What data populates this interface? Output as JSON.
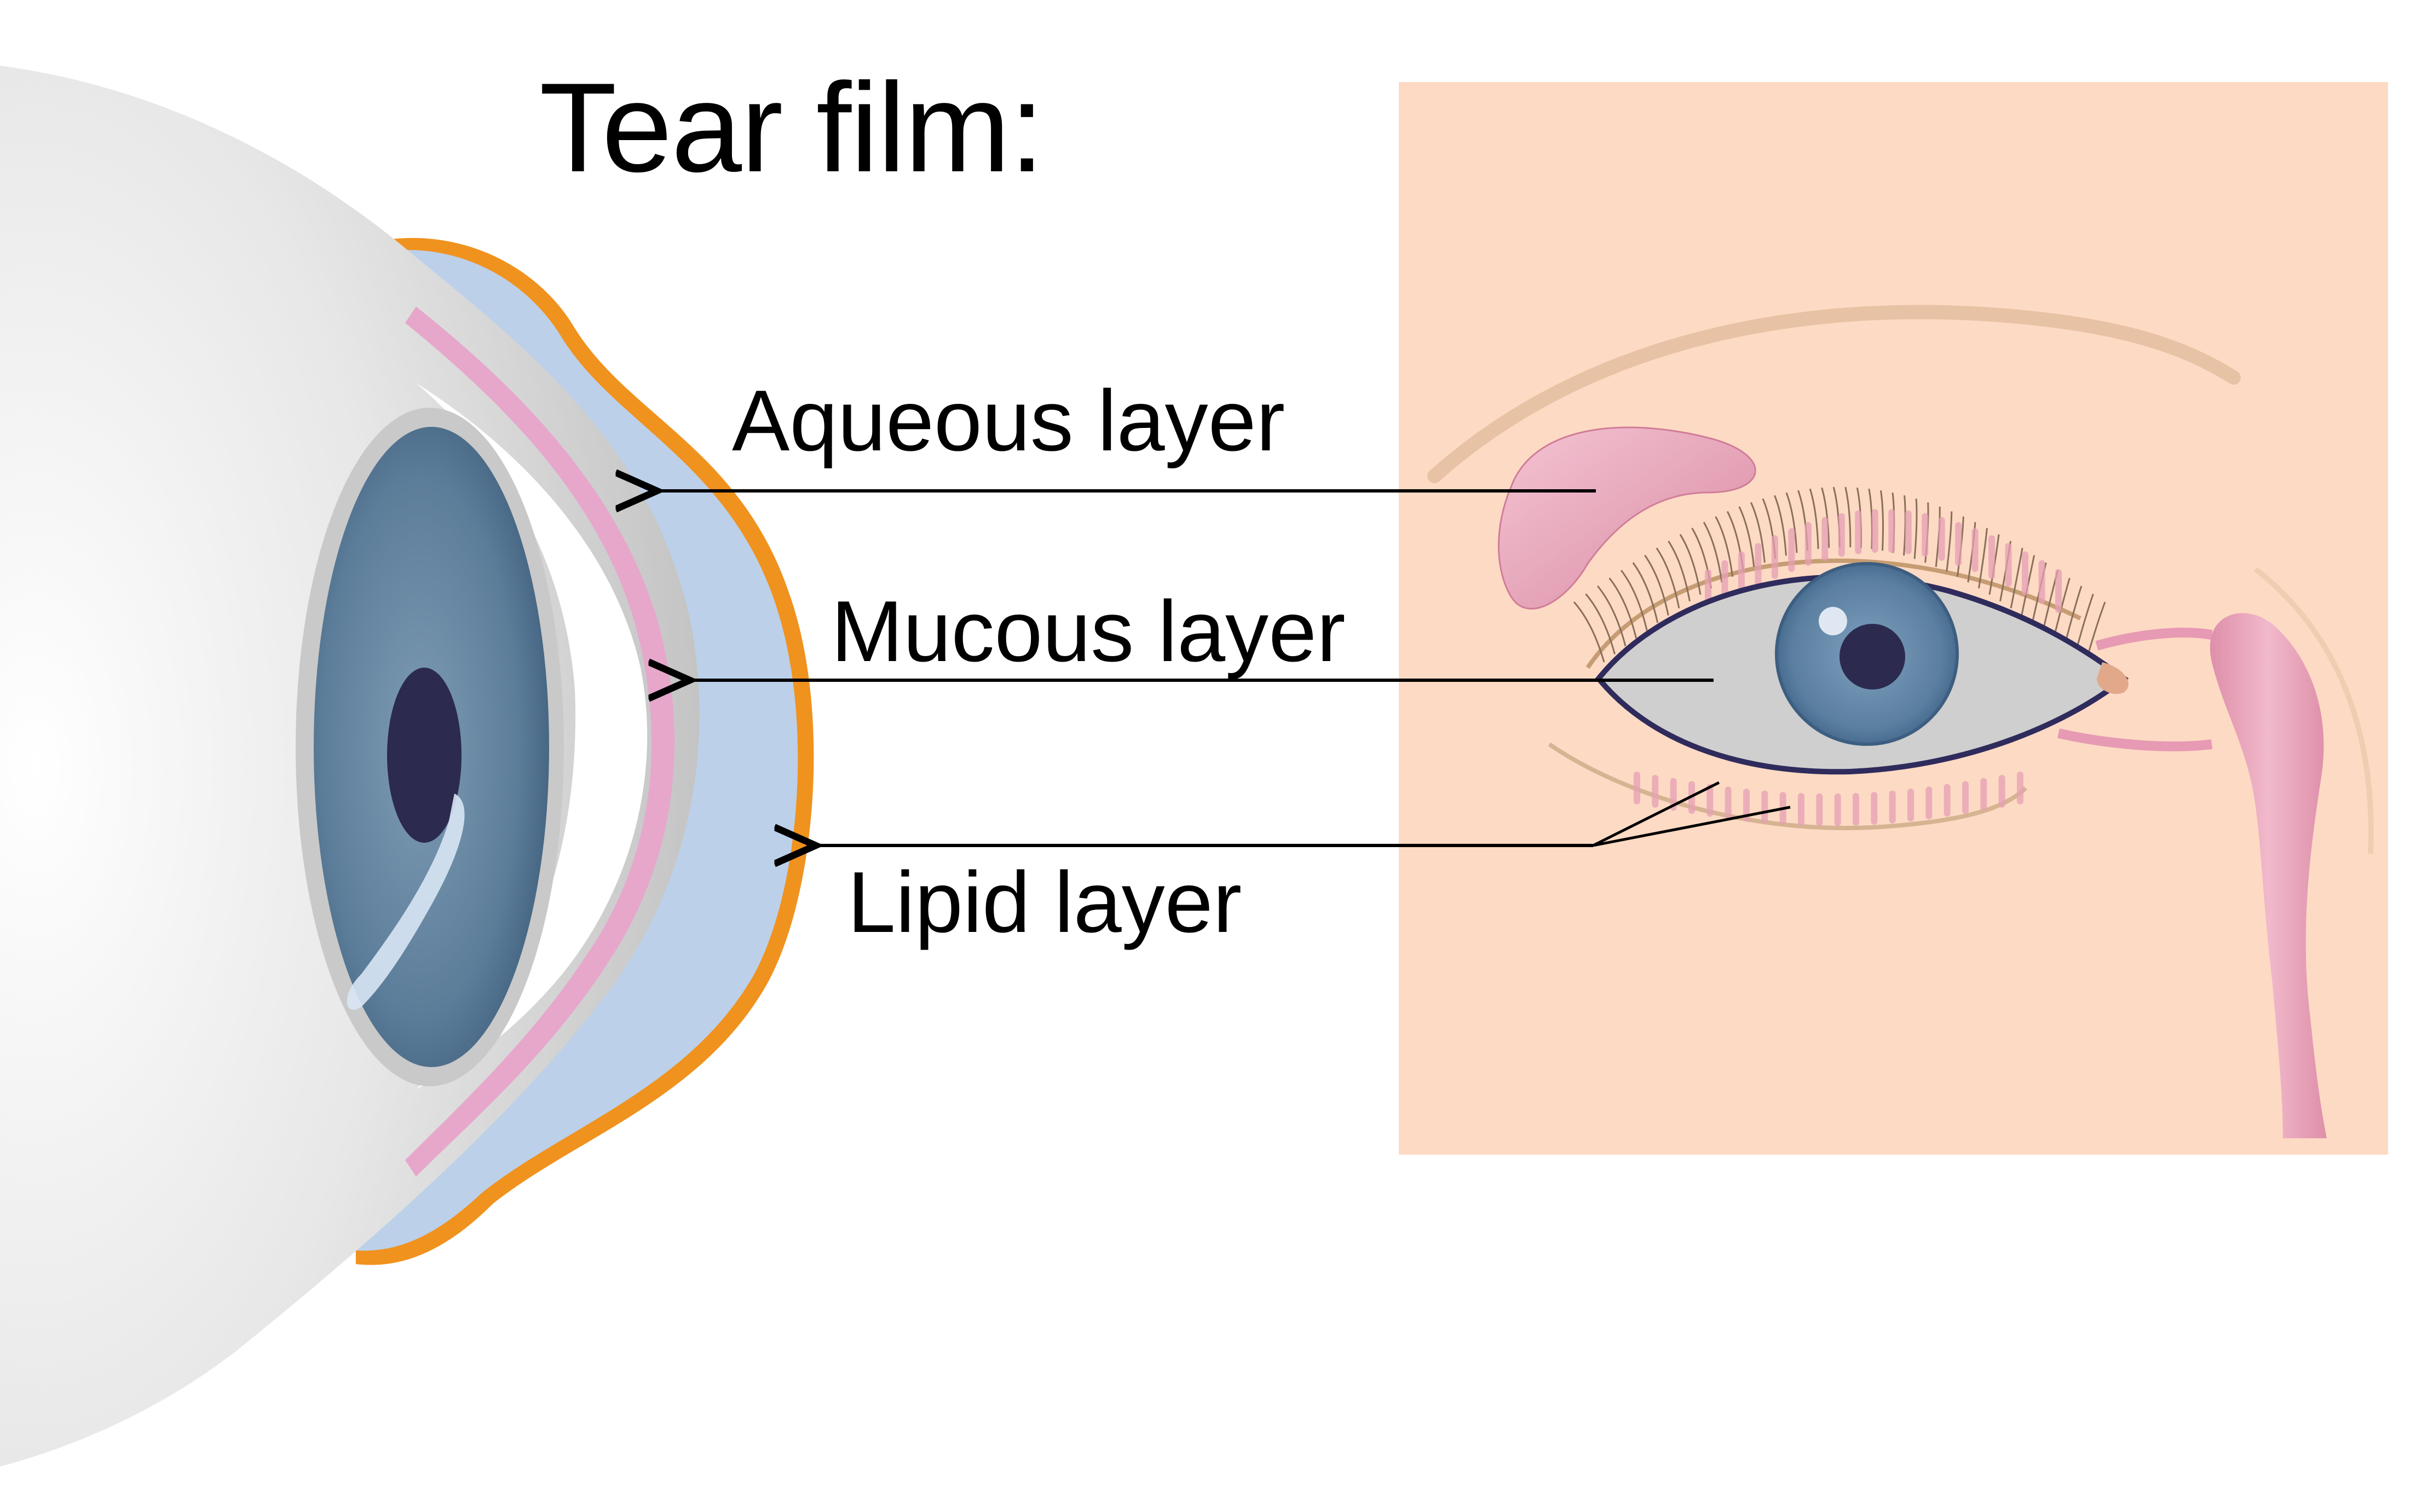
{
  "title": "Tear film:",
  "labels": {
    "aqueous": "Aqueous layer",
    "mucous": "Mucous layer",
    "lipid": "Lipid layer"
  },
  "colors": {
    "sclera_gray": "#d9d9d9",
    "iris_blue": "#5f819d",
    "pupil": "#2c2a4f",
    "aqueous_layer": "#bcd0e9",
    "mucous_layer": "#e6a7cb",
    "lipid_layer": "#f0921e",
    "skin": "#fddac4",
    "gland_pink": "#e6a0b4",
    "arrow": "#000000"
  }
}
